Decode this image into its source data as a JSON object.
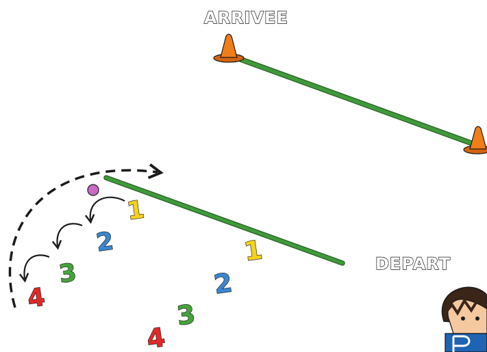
{
  "labels": {
    "finish": "ARRIVEE",
    "start": "DEPART"
  },
  "numbers": {
    "front_row": [
      "1",
      "2",
      "3",
      "4"
    ],
    "back_row": [
      "1",
      "2",
      "3",
      "4"
    ]
  },
  "colors": {
    "line": "#3f9b3a",
    "cone": "#f07d1a",
    "ball": "#c86ac6",
    "n1": "#f5d21c",
    "n2": "#3a86cf",
    "n3": "#46a33b",
    "n4": "#e02a2a"
  }
}
